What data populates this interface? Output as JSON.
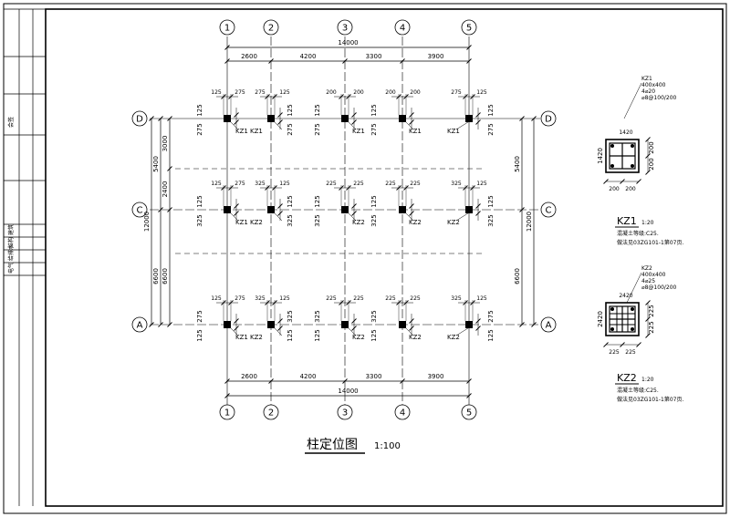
{
  "drawing": {
    "title": "柱定位图",
    "scale": "1:100",
    "total_length": "14000",
    "spans": [
      "2600",
      "4200",
      "3300",
      "3900"
    ],
    "axes_x": [
      "1",
      "2",
      "3",
      "4",
      "5"
    ],
    "axes_y": [
      "D",
      "C",
      "A"
    ],
    "left_dims_outer": [
      "5400",
      "12000",
      "6600"
    ],
    "left_dims_inner": [
      "3000",
      "2400",
      "6600"
    ],
    "right_dims_outer": [
      "5400",
      "12000",
      "6600"
    ],
    "row_D_top": [
      "125",
      "275",
      "275",
      "125",
      "200",
      "200",
      "200",
      "200",
      "275",
      "125"
    ],
    "row_C_top": [
      "125",
      "275",
      "325",
      "125",
      "225",
      "225",
      "225",
      "225",
      "325",
      "125"
    ],
    "row_A_top": [
      "125",
      "275",
      "325",
      "125",
      "225",
      "225",
      "225",
      "225",
      "325",
      "125"
    ],
    "row_D_side": [
      "125",
      "275",
      "125",
      "275"
    ],
    "row_C_side": [
      "125",
      "325",
      "125",
      "325"
    ],
    "row_A_side": [
      "275",
      "125",
      "325",
      "125"
    ],
    "column_labels": {
      "D": [
        "KZ1",
        "KZ1",
        "KZ1",
        "KZ1",
        "KZ1"
      ],
      "C": [
        "KZ1",
        "KZ2",
        "KZ2",
        "KZ2",
        "KZ2"
      ],
      "A": [
        "KZ1",
        "KZ2",
        "KZ2",
        "KZ2",
        "KZ2"
      ]
    }
  },
  "details": [
    {
      "name": "KZ1",
      "scale": "1:20",
      "spec_size": "400x400",
      "spec_rebar": "4⌀20",
      "spec_stirrup": "⌀8@100/200",
      "dim_top": "1420",
      "dim_left": "1420",
      "dim_right_a": "200",
      "dim_right_b": "200",
      "dim_bottom_a": "200",
      "dim_bottom_b": "200",
      "note1": "混凝土等级:C25.",
      "note2": "做法见03ZG101-1第07页."
    },
    {
      "name": "KZ2",
      "scale": "1:20",
      "spec_size": "400x400",
      "spec_rebar": "4⌀25",
      "spec_stirrup": "⌀8@100/200",
      "dim_top": "2420",
      "dim_left": "2420",
      "dim_right_a": "225",
      "dim_right_b": "225",
      "dim_bottom_a": "225",
      "dim_bottom_b": "225",
      "note1": "混凝土等级:C25.",
      "note2": "做法见03ZG101-1第07页."
    }
  ],
  "sidebar": {
    "stamp": "会签",
    "rows": [
      "建筑",
      "结构",
      "给排水",
      "电气"
    ]
  }
}
